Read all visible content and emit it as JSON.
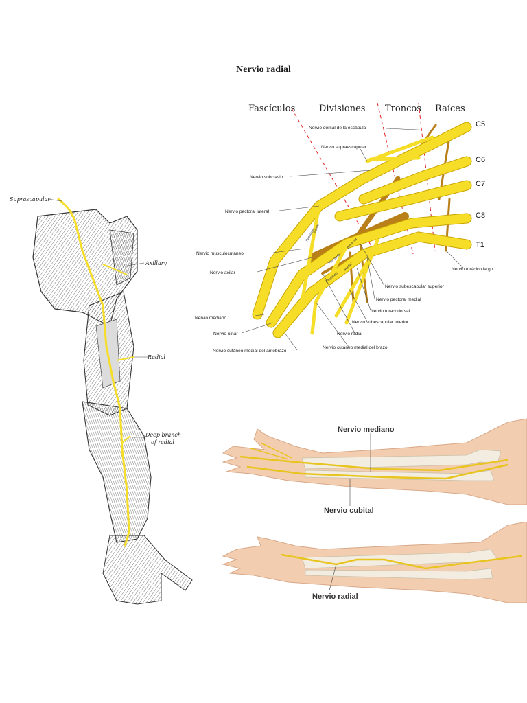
{
  "title": "Nervio radial",
  "plexus": {
    "headers": [
      "Fascículos",
      "Divisiones",
      "Troncos",
      "Raíces"
    ],
    "roots": [
      "C5",
      "C6",
      "C7",
      "C8",
      "T1"
    ],
    "labels": {
      "dorsal_escapula": "Nervio dorsal de la escápula",
      "supraescapular": "Nervio supraescapular",
      "subclavio": "Nervio subclavio",
      "pectoral_lateral": "Nervio pectoral lateral",
      "musculocutaneo": "Nervio musculocutáneo",
      "axilar": "Nervio axilar",
      "mediano": "Nervio mediano",
      "ulnar": "Nervio ulnar",
      "cutaneo_antebrazo": "Nervio cutáneo medial del antebrazo",
      "toracico_largo": "Nervio torácico largo",
      "subescapular_superior": "Nervio subescapular superior",
      "pectoral_medial": "Nervio pectoral medial",
      "toracodorsal": "Nervio toracodorsal",
      "subescapular_inferior": "Nervio subescapular inferior",
      "radial": "Nervio radial",
      "cutaneo_brazo": "Nervio cutáneo medial del brazo"
    },
    "fasciculos": {
      "lateral_a": "Fascículo",
      "lateral_b": "lateral",
      "posterior_a": "Fascículo",
      "posterior_b": "posterior",
      "medial_a": "Fascículo",
      "medial_b": "medial"
    }
  },
  "arm": {
    "suprascapular": "Suprascapular",
    "axillary": "Axillary",
    "radial": "Radial",
    "deep_branch_1": "Deep branch",
    "deep_branch_2": "of radial"
  },
  "forearm": {
    "mediano": "Nervio mediano",
    "cubital": "Nervio cubital",
    "radial": "Nervio radial"
  },
  "colors": {
    "nerve": "#f5dd28",
    "nerve_outline": "#c9a300",
    "branch_brown": "#b9801a",
    "division_line": "#e02020",
    "skin": "#f3cdb0"
  }
}
